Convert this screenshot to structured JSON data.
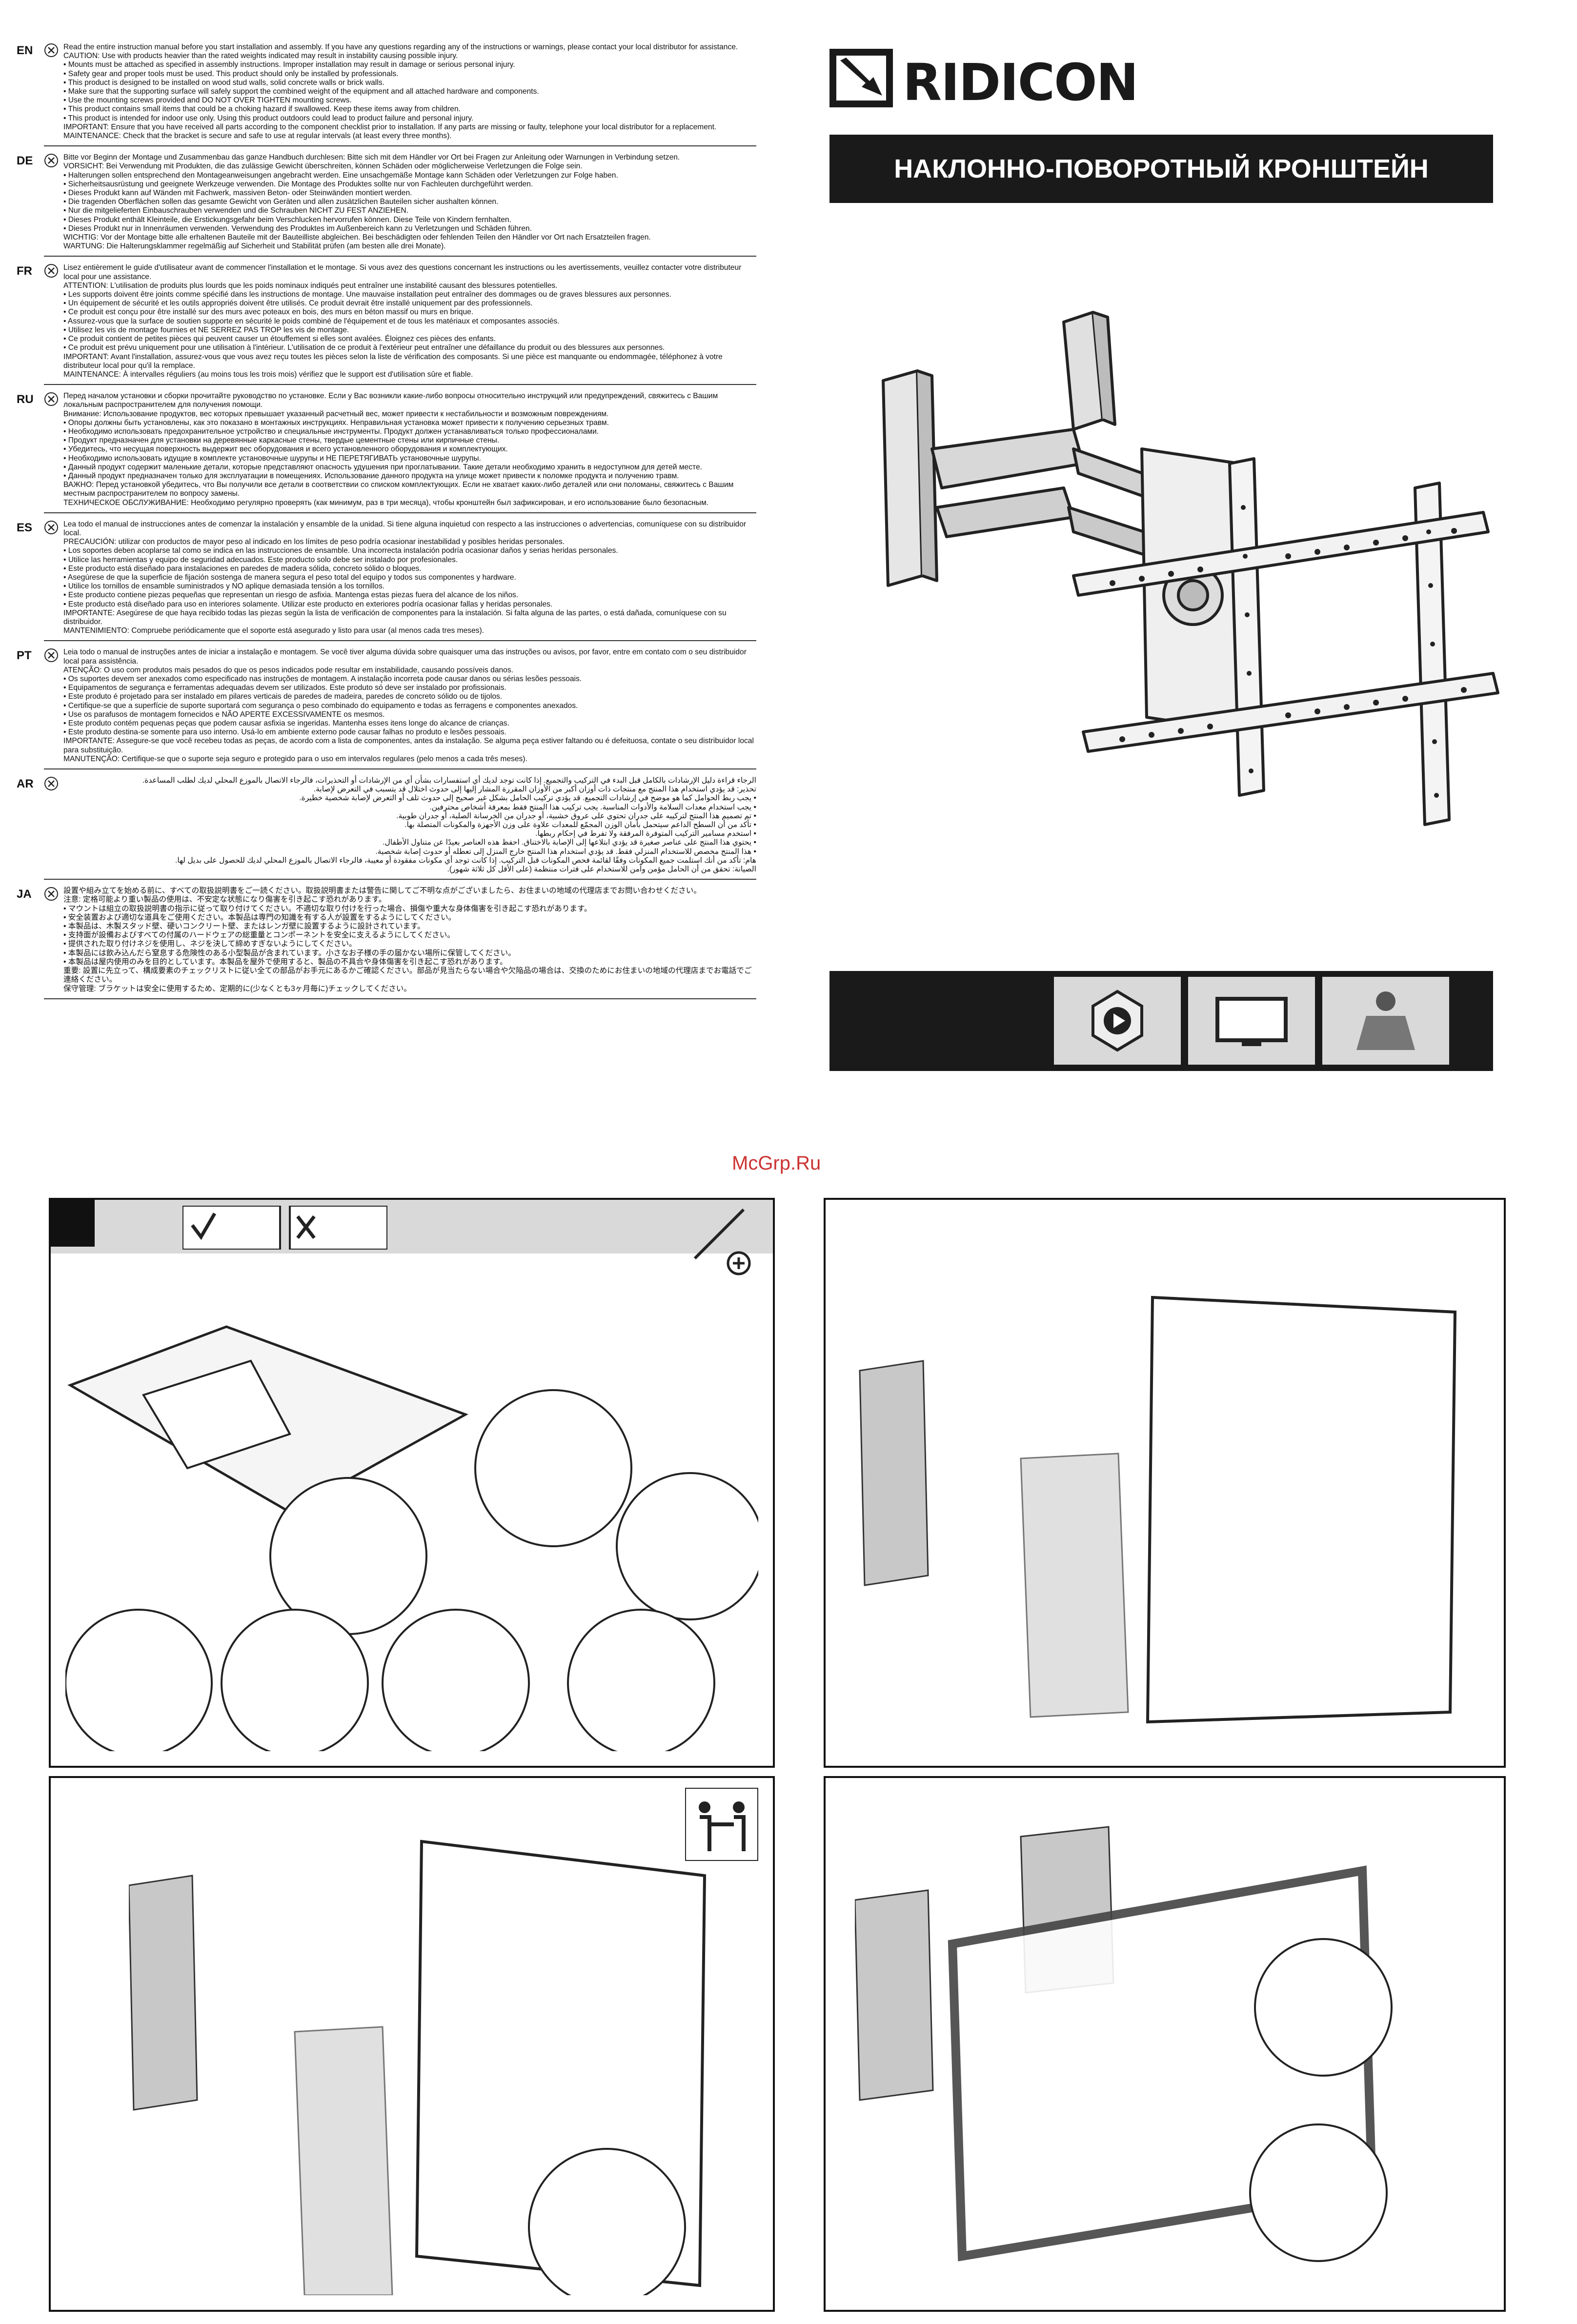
{
  "brand": {
    "name": "RIDICON"
  },
  "product_title": "НАКЛОННО-ПОВОРОТНЫЙ КРОНШТЕЙН",
  "watermark": "McGrp.Ru",
  "sections": [
    {
      "code": "EN",
      "rtl": false,
      "paragraphs": [
        "Read the entire instruction manual before you start installation and assembly. If you have any questions regarding any of the instructions or warnings, please contact your local distributor for assistance.",
        "CAUTION: Use with products heavier than the rated weights indicated may result in instability causing possible injury.",
        "• Mounts must be attached as specified in assembly instructions. Improper installation may result in damage or serious personal injury.",
        "• Safety gear and proper tools must be used. This product should only be installed by professionals.",
        "• This product is designed to be installed on wood stud walls, solid concrete walls or brick walls.",
        "• Make sure that the supporting surface will safely support the combined weight of the equipment and all attached hardware and components.",
        "• Use the mounting screws provided and DO NOT OVER TIGHTEN mounting screws.",
        "• This product contains small items that could be a choking hazard if swallowed. Keep these items away from children.",
        "• This product is intended for indoor use only. Using this product outdoors could lead to product failure and personal injury.",
        "IMPORTANT: Ensure that you have received all parts according to the component checklist prior to installation. If any parts are missing or faulty, telephone your local distributor for a replacement.",
        "MAINTENANCE: Check that the bracket is secure and safe to use at regular intervals (at least every three months)."
      ]
    },
    {
      "code": "DE",
      "rtl": false,
      "paragraphs": [
        "Bitte vor Beginn der Montage und Zusammenbau das ganze Handbuch durchlesen: Bitte sich mit dem Händler vor Ort bei Fragen zur Anleitung oder Warnungen in Verbindung setzen.",
        "VORSICHT: Bei Verwendung mit Produkten, die das zulässige Gewicht überschreiten, können Schäden oder möglicherweise Verletzungen die Folge sein.",
        "• Halterungen sollen entsprechend den Montageanweisungen angebracht werden. Eine unsachgemäße Montage kann Schäden oder Verletzungen zur Folge haben.",
        "• Sicherheitsausrüstung und geeignete Werkzeuge verwenden. Die Montage des Produktes sollte nur von Fachleuten durchgeführt werden.",
        "• Dieses Produkt kann auf Wänden mit Fachwerk, massiven Beton- oder Steinwänden montiert werden.",
        "• Die tragenden Oberflächen sollen das gesamte Gewicht von Geräten und allen zusätzlichen Bauteilen sicher aushalten können.",
        "• Nur die mitgelieferten Einbauschrauben verwenden und die Schrauben NICHT ZU FEST ANZIEHEN.",
        "• Dieses Produkt enthält Kleinteile, die Erstickungsgefahr beim Verschlucken hervorrufen können. Diese Teile von Kindern fernhalten.",
        "• Dieses Produkt nur in Innenräumen verwenden. Verwendung des Produktes im Außenbereich kann zu Verletzungen und Schäden führen.",
        "WICHTIG: Vor der Montage bitte alle erhaltenen Bauteile mit der Bauteilliste abgleichen. Bei beschädigten oder fehlenden Teilen den Händler vor Ort nach Ersatzteilen fragen.",
        "WARTUNG: Die Halterungsklammer regelmäßig auf Sicherheit und Stabilität prüfen (am besten alle drei Monate)."
      ]
    },
    {
      "code": "FR",
      "rtl": false,
      "paragraphs": [
        "Lisez entièrement le guide d'utilisateur avant de commencer l'installation et le montage. Si vous avez des questions concernant les instructions ou les avertissements, veuillez contacter votre distributeur local pour une assistance.",
        "ATTENTION: L'utilisation de produits plus lourds que les poids nominaux indiqués peut entraîner une instabilité causant des blessures potentielles.",
        "• Les supports doivent être joints comme spécifié dans les instructions de montage. Une mauvaise installation peut entraîner des dommages ou de graves blessures aux personnes.",
        "• Un équipement de sécurité et les outils appropriés doivent être utilisés. Ce produit devrait être installé uniquement par des professionnels.",
        "• Ce produit est conçu pour être installé sur des murs avec poteaux en bois, des murs en béton massif ou murs en brique.",
        "• Assurez-vous que la surface de soutien supporte en sécurité le poids combiné de l'équipement et de tous les matériaux et composantes associés.",
        "• Utilisez les vis de montage fournies et NE SERREZ PAS TROP les vis de montage.",
        "• Ce produit contient de petites pièces qui peuvent causer un étouffement si elles sont avalées. Éloignez ces pièces des enfants.",
        "• Ce produit est prévu uniquement pour une utilisation à l'intérieur. L'utilisation de ce produit à l'extérieur peut entraîner une défaillance du produit ou des blessures aux personnes.",
        "IMPORTANT: Avant l'installation, assurez-vous que vous avez reçu toutes les pièces selon la liste de vérification des composants. Si une pièce est manquante ou endommagée, téléphonez à votre distributeur local pour qu'il la remplace.",
        "MAINTENANCE: À intervalles réguliers (au moins tous les trois mois) vérifiez que le support est d'utilisation sûre et fiable."
      ]
    },
    {
      "code": "RU",
      "rtl": false,
      "paragraphs": [
        "Перед началом установки и сборки прочитайте руководство по установке. Если у Вас возникли какие-либо вопросы относительно инструкций или предупреждений, свяжитесь с Вашим локальным распространителем для получения помощи.",
        "Внимание: Использование продуктов, вес которых превышает указанный расчетный вес, может привести к нестабильности и возможным повреждениям.",
        "• Опоры должны быть установлены, как это показано в монтажных инструкциях. Неправильная установка может привести к получению серьезных травм.",
        "• Необходимо использовать предохранительное устройство и специальные инструменты. Продукт должен устанавливаться только профессионалами.",
        "• Продукт предназначен для установки на деревянные каркасные стены, твердые цементные стены или кирпичные стены.",
        "• Убедитесь, что несущая поверхность выдержит вес оборудования и всего установленного оборудования и комплектующих.",
        "• Необходимо использовать идущие в комплекте установочные шурупы и НЕ ПЕРЕТЯГИВАТЬ установочные шурупы.",
        "• Данный продукт содержит маленькие детали, которые представляют опасность удушения при проглатывании. Такие детали необходимо хранить в недоступном для детей месте.",
        "• Данный продукт предназначен только для эксплуатации в помещениях. Использование данного продукта на улице может привести к поломке продукта и получению травм.",
        "ВАЖНО: Перед установкой убедитесь, что Вы получили все детали в соответствии со списком комплектующих. Если не хватает каких-либо деталей или они поломаны, свяжитесь с Вашим местным распространителем по вопросу замены.",
        "ТЕХНИЧЕСКОЕ ОБСЛУЖИВАНИЕ: Необходимо регулярно проверять (как минимум, раз в три месяца), чтобы кронштейн был зафиксирован, и его использование было безопасным."
      ]
    },
    {
      "code": "ES",
      "rtl": false,
      "paragraphs": [
        "Lea todo el manual de instrucciones antes de comenzar la instalación y ensamble de la unidad. Si tiene alguna inquietud con respecto a las instrucciones o advertencias, comuníquese con su distribuidor local.",
        "PRECAUCIÓN: utilizar con productos de mayor peso al indicado en los límites de peso podría ocasionar inestabilidad y posibles heridas personales.",
        "• Los soportes deben acoplarse tal como se indica en las instrucciones de ensamble. Una incorrecta instalación podría ocasionar daños y serias heridas personales.",
        "• Utilice las herramientas y equipo de seguridad adecuados. Este producto solo debe ser instalado por profesionales.",
        "• Este producto está diseñado para instalaciones en paredes de madera sólida, concreto sólido o bloques.",
        "• Asegúrese de que la superficie de fijación sostenga de manera segura el peso total del equipo y todos sus componentes y hardware.",
        "• Utilice los tornillos de ensamble suministrados y NO aplique demasiada tensión a los tornillos.",
        "• Este producto contiene piezas pequeñas que representan un riesgo de asfixia. Mantenga estas piezas fuera del alcance de los niños.",
        "• Este producto está diseñado para uso en interiores solamente. Utilizar este producto en exteriores podría ocasionar fallas y heridas personales.",
        "IMPORTANTE: Asegúrese de que haya recibido todas las piezas según la lista de verificación de componentes para la instalación. Si falta alguna de las partes, o está dañada, comuníquese con su distribuidor.",
        "MANTENIMIENTO: Compruebe periódicamente que el soporte está asegurado y listo para usar (al menos cada tres meses)."
      ]
    },
    {
      "code": "PT",
      "rtl": false,
      "paragraphs": [
        "Leia todo o manual de instruções antes de iniciar a instalação e montagem. Se você tiver alguma dúvida sobre quaisquer uma das instruções ou avisos, por favor, entre em contato com o seu distribuidor local para assistência.",
        "ATENÇÃO: O uso com produtos mais pesados do que os pesos indicados pode resultar em instabilidade, causando possíveis danos.",
        "• Os suportes devem ser anexados como especificado nas instruções de montagem. A instalação incorreta pode causar danos ou sérias lesões pessoais.",
        "• Equipamentos de segurança e ferramentas adequadas devem ser utilizados. Este produto só deve ser instalado por profissionais.",
        "• Este produto é projetado para ser instalado em pilares verticais de paredes de madeira, paredes de concreto sólido ou de tijolos.",
        "• Certifique-se que a superfície de suporte suportará com segurança o peso combinado do equipamento e todas as ferragens e componentes anexados.",
        "• Use os parafusos de montagem fornecidos e NÃO APERTE EXCESSIVAMENTE os mesmos.",
        "• Este produto contém pequenas peças que podem causar asfixia se ingeridas. Mantenha esses itens longe do alcance de crianças.",
        "• Este produto destina-se somente para uso interno. Usá-lo em ambiente externo pode causar falhas no produto e lesões pessoais.",
        "IMPORTANTE: Assegure-se que você recebeu todas as peças, de acordo com a lista de componentes, antes da instalação. Se alguma peça estiver faltando ou é defeituosa, contate o seu distribuidor local para substituição.",
        "MANUTENÇÃO: Certifique-se que o suporte seja seguro e protegido para o uso em intervalos regulares (pelo menos a cada três meses)."
      ]
    },
    {
      "code": "AR",
      "rtl": true,
      "paragraphs": [
        "الرجاء قراءة دليل الإرشادات بالكامل قبل البدء في التركيب والتجميع. إذا كانت توجد لديك أي استفسارات بشأن أي من الإرشادات أو التحذيرات، فالرجاء الاتصال بالموزع المحلي لديك لطلب المساعدة.",
        "تحذير: قد يؤدي استخدام هذا المنتج مع منتجات ذات أوزان أكبر من الأوزان المقررة المشار إليها إلى حدوث اختلال قد يتسبب في التعرض لإصابة.",
        "• يجب ربط الحوامل كما هو موضح في إرشادات التجميع. قد يؤدي تركيب الحامل بشكل غير صحيح إلى حدوث تلف أو التعرض لإصابة شخصية خطيرة.",
        "• يجب استخدام معدات السلامة والأدوات المناسبة. يجب تركيب هذا المنتج فقط بمعرفة أشخاص محترفين.",
        "• تم تصميم هذا المنتج لتركيبه على جدران تحتوي على عروق خشبية، أو جدران من الخرسانة الصلبة، أو جدران طوبية.",
        "• تأكد من أن السطح الداعم سيتحمل بأمان الوزن المجمّع للمعدات علاوة على وزن الأجهزة والمكونات المتصلة بها.",
        "• استخدم مسامير التركيب المتوفرة المرفقة ولا تفرط في إحكام ربطها.",
        "• يحتوي هذا المنتج على عناصر صغيرة قد يؤدي ابتلاعها إلى الإصابة بالاختناق. احفظ هذه العناصر بعيدًا عن متناول الأطفال.",
        "• هذا المنتج مخصص للاستخدام المنزلي فقط. قد يؤدي استخدام هذا المنتج خارج المنزل إلى تعطله أو حدوث إصابة شخصية.",
        "هام: تأكد من أنك استلمت جميع المكونات وفقًا لقائمة فحص المكونات قبل التركيب. إذا كانت توجد أي مكونات مفقودة أو معيبة، فالرجاء الاتصال بالموزع المحلي لديك للحصول على بديل لها.",
        "الصيانة: تحقق من أن الحامل مؤمن وآمن للاستخدام على فترات منتظمة (على الأقل كل ثلاثة شهور)."
      ]
    },
    {
      "code": "JA",
      "rtl": false,
      "paragraphs": [
        "設置や組み立てを始める前に、すべての取扱説明書をご一読ください。取扱説明書または警告に関してご不明な点がございましたら、お住まいの地域の代理店までお問い合わせください。",
        "注意: 定格可能より重い製品の使用は、不安定な状態になり傷害を引き起こす恐れがあります。",
        "• マウントは組立の取扱説明書の指示に従って取り付けてください。不適切な取り付けを行った場合、損傷や重大な身体傷害を引き起こす恐れがあります。",
        "• 安全装置および適切な道具をご使用ください。本製品は専門の知識を有する人が設置をするようにしてください。",
        "• 本製品は、木製スタッド壁、硬いコンクリート壁、またはレンガ壁に設置するように設計されています。",
        "• 支持面が設備およびすべての付属のハードウェアの総重量とコンポーネントを安全に支えるようにしてください。",
        "• 提供された取り付けネジを使用し、ネジを決して締めすぎないようにしてください。",
        "• 本製品には飲み込んだら窒息する危険性のある小型製品が含まれています。小さなお子様の手の届かない場所に保管してください。",
        "• 本製品は屋内使用のみを目的としています。本製品を屋外で使用すると、製品の不具合や身体傷害を引き起こす恐れがあります。",
        "重要: 設置に先立って、構成要素のチェックリストに従い全ての部品がお手元にあるかご確認ください。部品が見当たらない場合や欠陥品の場合は、交換のためにお住まいの地域の代理店までお電話でご連絡ください。",
        "保守管理: ブラケットは安全に使用するため、定期的に(少なくとも3ヶ月毎に)チェックしてください。"
      ]
    }
  ]
}
